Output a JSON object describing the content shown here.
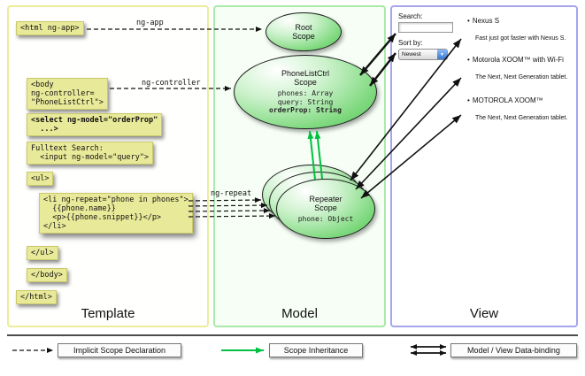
{
  "columns": {
    "template": "Template",
    "model": "Model",
    "view": "View"
  },
  "code": {
    "html_open": "<html ng-app>",
    "body_open": "<body\nng-controller=\n\"PhoneListCtrl\">",
    "select": "<select ng-model=\"orderProp\"\n  ...>",
    "fulltext": "Fulltext Search:\n  <input ng-model=\"query\">",
    "ul_open": "<ul>",
    "li_repeat": "<li ng-repeat=\"phone in phones\">\n  {{phone.name}}\n  <p>{{phone.snippet}}</p>\n</li>",
    "ul_close": "</ul>",
    "body_close": "</body>",
    "html_close": "</html>"
  },
  "arrows": {
    "ng_app": "ng-app",
    "ng_controller": "ng-controller",
    "ng_repeat": "ng-repeat"
  },
  "scopes": {
    "root": {
      "title": "Root\nScope"
    },
    "phonelist": {
      "title": "PhoneListCtrl\nScope",
      "props": "phones: Array\nquery: String",
      "prop_bold": "orderProp: String"
    },
    "repeater": {
      "title": "Repeater\nScope",
      "prop": "phone: Object"
    }
  },
  "view": {
    "search_label": "Search:",
    "search_value": "",
    "sort_label": "Sort by:",
    "sort_value": "Newest",
    "phones": [
      {
        "name": "Nexus S",
        "snippet": "Fast just got faster with Nexus S."
      },
      {
        "name": "Motorola XOOM™ with Wi-Fi",
        "snippet": "The Next, Next Generation tablet."
      },
      {
        "name": "MOTOROLA XOOM™",
        "snippet": "The Next, Next Generation tablet."
      }
    ]
  },
  "legend": [
    {
      "label": "Implicit Scope Declaration"
    },
    {
      "label": "Scope Inheritance"
    },
    {
      "label": "Model / View Data-binding"
    }
  ],
  "colors": {
    "template_border": "#ecec9b",
    "model_border": "#a9e9a9",
    "view_border": "#a5a5ec",
    "code_bg": "#e9e99a",
    "scope_green": "#7bd87b",
    "inheritance_green": "#00c040",
    "arrow_black": "#111111"
  }
}
